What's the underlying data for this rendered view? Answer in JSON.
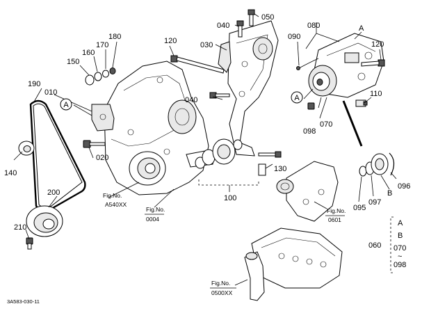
{
  "callouts": {
    "p010": "010",
    "p020": "020",
    "p030": "030",
    "p040a": "040",
    "p040b": "040",
    "p050": "050",
    "p060": "060",
    "p070": "070",
    "p080": "080",
    "p090": "090",
    "p095": "095",
    "p096": "096",
    "p097": "097",
    "p098": "098",
    "p100": "100",
    "p110": "110",
    "p120a": "120",
    "p120b": "120",
    "p130": "130",
    "p140": "140",
    "p150": "150",
    "p160": "160",
    "p170": "170",
    "p180": "180",
    "p190": "190",
    "p200": "200",
    "p210": "210"
  },
  "markers": {
    "a1": "A",
    "a2": "A",
    "a3": "A",
    "b1": "B"
  },
  "fig_refs": {
    "a540": {
      "line1": "Fig.No.",
      "line2": "A540XX"
    },
    "f0004": {
      "line1": "Fig.No.",
      "line2": "0004"
    },
    "f0601": {
      "line1": "Fig.No.",
      "line2": "0601"
    },
    "f0500": {
      "line1": "Fig.No.",
      "line2": "0500XX"
    }
  },
  "legend": {
    "l1": "A",
    "l2": "B",
    "l3": "070",
    "l4": "~",
    "l5": "098"
  },
  "code": "3A583-030-11"
}
